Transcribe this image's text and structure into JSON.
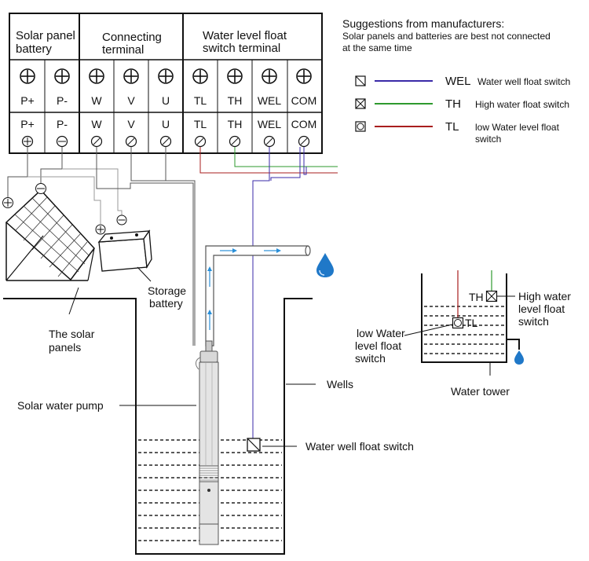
{
  "controller": {
    "header": {
      "solar_line1": "Solar panel",
      "solar_line2": "battery",
      "connecting_line1": "Connecting",
      "connecting_line2": "terminal",
      "float_line1": "Water level float",
      "float_line2": "switch terminal"
    },
    "terminals": [
      "P+",
      "P-",
      "W",
      "V",
      "U",
      "TL",
      "TH",
      "WEL",
      "COM"
    ]
  },
  "notes": {
    "title": "Suggestions from manufacturers:",
    "line1": "Solar panels and batteries are best not connected",
    "line2": "at the same time"
  },
  "legend": [
    {
      "code": "WEL",
      "desc": "Water well float switch",
      "color": "#3a2aa8",
      "icon": "float-switch-slash-icon"
    },
    {
      "code": "TH",
      "desc": "High water float switch",
      "color": "#2e9a2e",
      "icon": "float-switch-cross-icon"
    },
    {
      "code": "TL",
      "desc_line1": "low Water level float",
      "desc_line2": "switch",
      "color": "#a81e1e",
      "icon": "float-switch-circle-icon"
    }
  ],
  "labels": {
    "storage_battery_line1": "Storage",
    "storage_battery_line2": "battery",
    "solar_panels_line1": "The solar",
    "solar_panels_line2": "panels",
    "solar_pump": "Solar water pump",
    "wells": "Wells",
    "well_float_switch": "Water well float switch",
    "tower_high_line1": "High water",
    "tower_high_line2": "level float",
    "tower_high_line3": "switch",
    "tower_low_line1": "low Water",
    "tower_low_line2": "level float",
    "tower_low_line3": "switch",
    "tower_th": "TH",
    "tower_tl": "TL",
    "water_tower": "Water tower"
  },
  "colors": {
    "wel_wire": "#3a2aa8",
    "th_wire": "#2e9a2e",
    "tl_wire": "#a81e1e",
    "water_flow": "#2a8fd8",
    "panel_grid": "#333333"
  }
}
